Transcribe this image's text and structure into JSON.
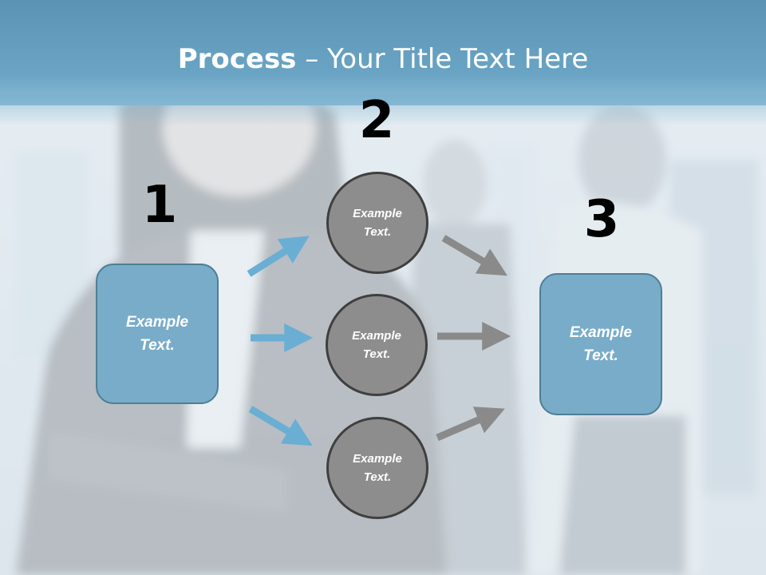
{
  "title": {
    "bold": "Process",
    "rest": " – Your Title Text Here"
  },
  "steps": [
    {
      "number": "1",
      "text": "Example Text."
    },
    {
      "number": "2",
      "text": ""
    },
    {
      "number": "3",
      "text": "Example Text."
    }
  ],
  "circles": [
    {
      "text": "Example Text."
    },
    {
      "text": "Example Text."
    },
    {
      "text": "Example Text."
    }
  ],
  "colors": {
    "header": "#6aa4c4",
    "box": "#79acc9",
    "circle": "#8d8d8d",
    "arrow_blue": "#6aaed4",
    "arrow_gray": "#8a8a8a"
  }
}
